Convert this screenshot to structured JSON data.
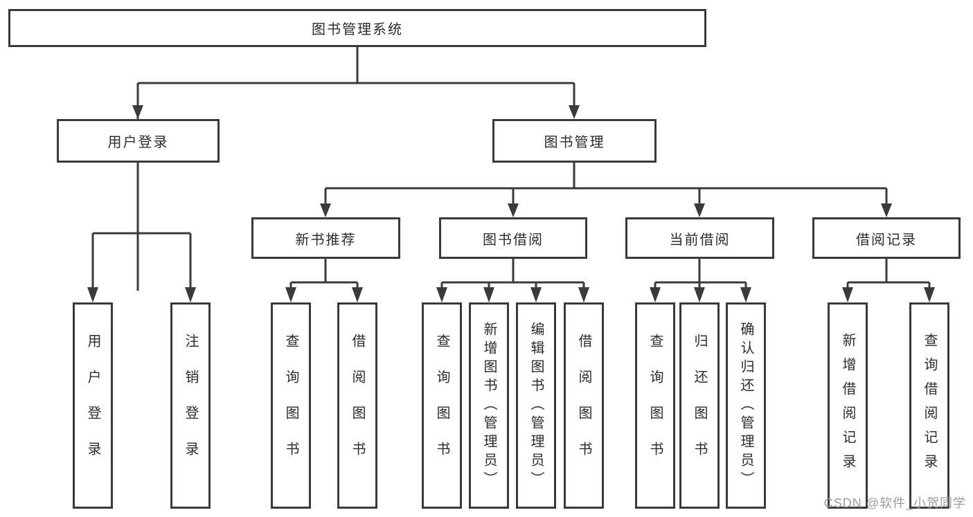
{
  "watermark": "CSDN @软件_小贺同学",
  "colors": {
    "line": "#3a3a3a",
    "box_border": "#3a3a3a",
    "text": "#2c2c2c",
    "watermark": "#9c9c9c",
    "background": "#ffffff"
  },
  "tree": {
    "label": "图书管理系统",
    "children": [
      {
        "label": "用户登录",
        "children": [
          {
            "label": "用户登录"
          },
          {
            "label": "注销登录"
          }
        ]
      },
      {
        "label": "图书管理",
        "children": [
          {
            "label": "新书推荐",
            "children": [
              {
                "label": "查询图书"
              },
              {
                "label": "借阅图书"
              }
            ]
          },
          {
            "label": "图书借阅",
            "children": [
              {
                "label": "查询图书"
              },
              {
                "label": "新增图书（管理员）"
              },
              {
                "label": "编辑图书（管理员）"
              },
              {
                "label": "借阅图书"
              }
            ]
          },
          {
            "label": "当前借阅",
            "children": [
              {
                "label": "查询图书"
              },
              {
                "label": "归还图书"
              },
              {
                "label": "确认归还（管理员）"
              }
            ]
          },
          {
            "label": "借阅记录",
            "children": [
              {
                "label": "新增借阅记录"
              },
              {
                "label": "查询借阅记录"
              }
            ]
          }
        ]
      }
    ]
  }
}
